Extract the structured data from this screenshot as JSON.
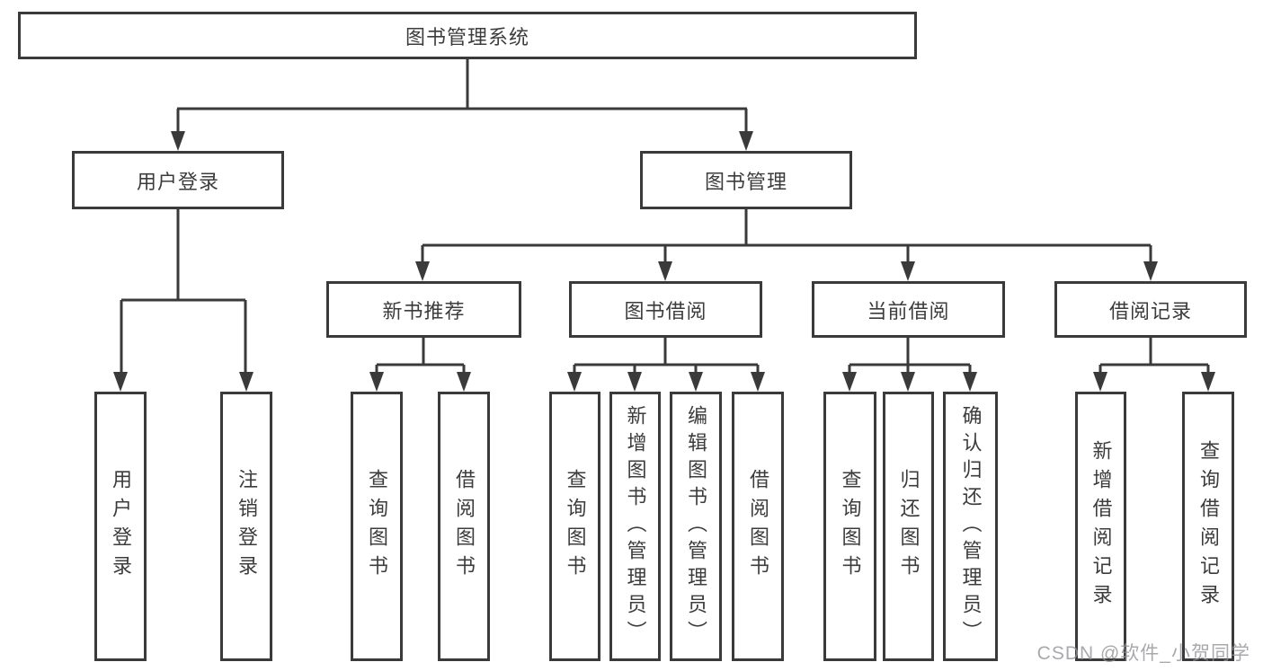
{
  "diagram_title": "图书管理系统",
  "nodes": {
    "root": "图书管理系统",
    "user_login": "用户登录",
    "book_management": "图书管理",
    "login_leaf": "用户登录",
    "logout_leaf": "注销登录",
    "new_book_recommend": "新书推荐",
    "book_borrowing": "图书借阅",
    "current_borrowing": "当前借阅",
    "borrowing_records": "借阅记录",
    "nbr_query_books": "查询图书",
    "nbr_borrow_books": "借阅图书",
    "bb_query_books": "查询图书",
    "bb_add_books_admin": "新增图书（管理员）",
    "bb_edit_books_admin": "编辑图书（管理员）",
    "bb_borrow_books": "借阅图书",
    "cb_query_books": "查询图书",
    "cb_return_books": "归还图书",
    "cb_confirm_return_admin": "确认归还（管理员）",
    "br_add_record": "新增借阅记录",
    "br_query_record": "查询借阅记录"
  },
  "watermark": "CSDN @软件_小贺同学",
  "colors": {
    "line": "#3a3a3a",
    "text": "#3c3c3c",
    "background": "#ffffff",
    "watermark": "#919196"
  }
}
